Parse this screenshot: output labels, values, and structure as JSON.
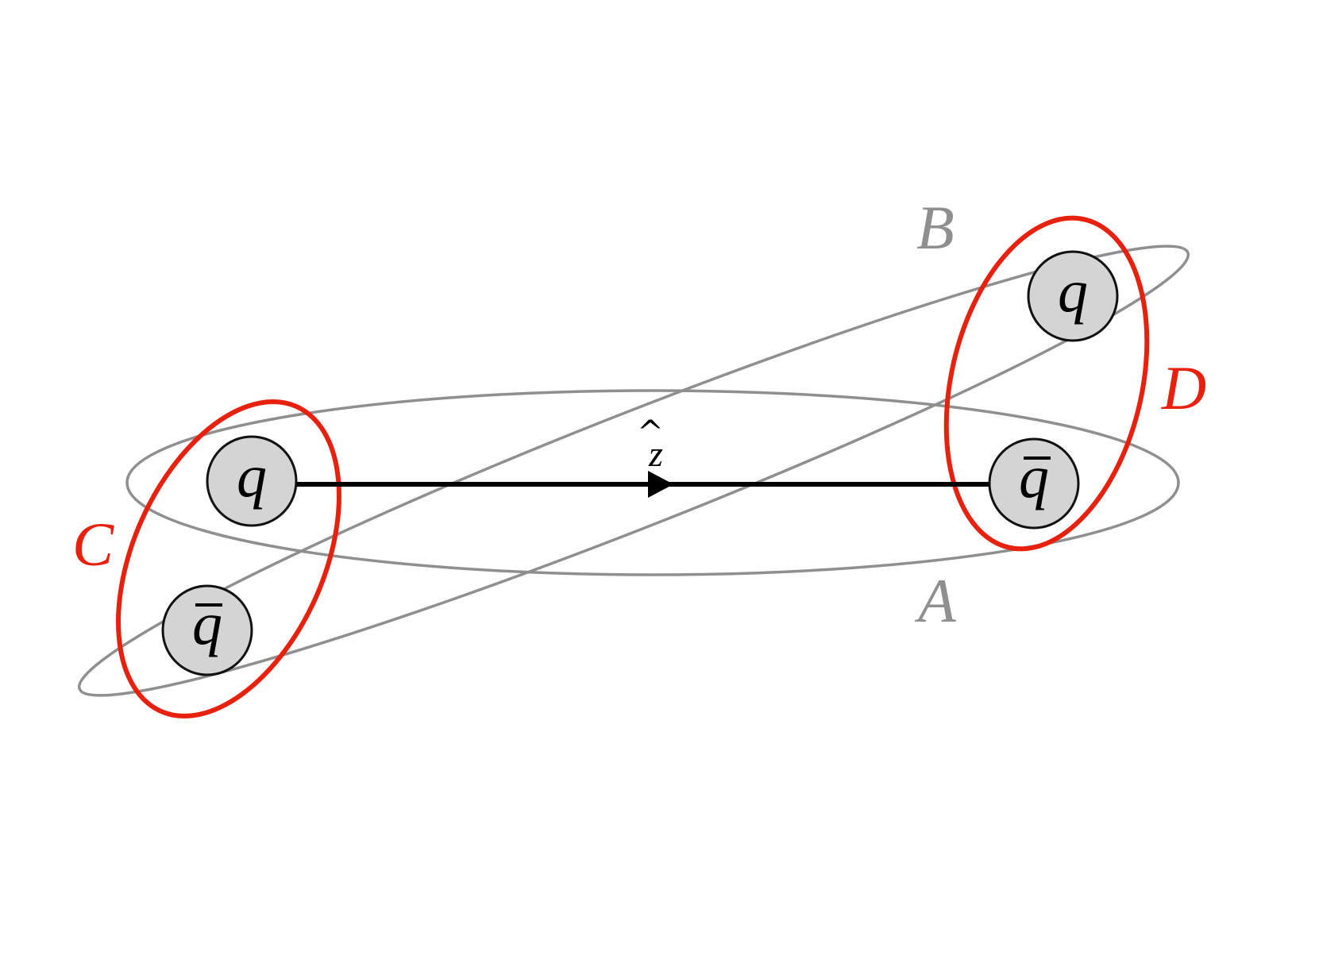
{
  "colors": {
    "gray_loop": "#8f8f8f",
    "red_loop": "#e8210e",
    "particle_fill": "#d4d4d4",
    "particle_stroke": "#111111",
    "arrow": "#000000"
  },
  "labels": {
    "A": "A",
    "B": "B",
    "C": "C",
    "D": "D",
    "axis": "z",
    "axis_hat": "^",
    "quark": "q",
    "antiquark": "q",
    "antiquark_bar": "‾"
  },
  "particles": [
    {
      "id": "left-quark",
      "kind": "quark"
    },
    {
      "id": "left-antiquark",
      "kind": "antiquark"
    },
    {
      "id": "right-quark",
      "kind": "quark"
    },
    {
      "id": "right-antiquark",
      "kind": "antiquark"
    }
  ],
  "loops": [
    {
      "id": "A",
      "color": "gray"
    },
    {
      "id": "B",
      "color": "gray"
    },
    {
      "id": "C",
      "color": "red"
    },
    {
      "id": "D",
      "color": "red"
    }
  ]
}
